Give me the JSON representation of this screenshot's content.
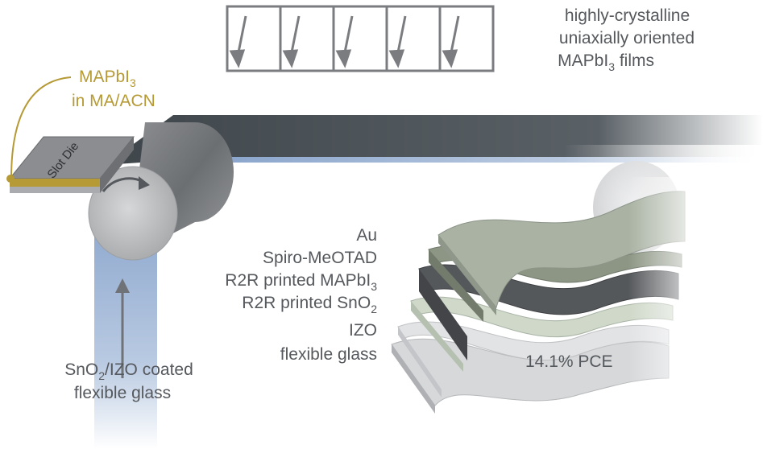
{
  "film_caption": {
    "line1": "highly-crystalline",
    "line2": "uniaxially oriented",
    "line3_main": "MAPbI",
    "line3_sub": "3",
    "line3_tail": " films"
  },
  "ink_label": {
    "line1_main": "MAPbI",
    "line1_sub": "3",
    "line2": "in MA/ACN"
  },
  "slot_die_label": "Slot Die",
  "substrate_label": {
    "line1_pre": "SnO",
    "line1_sub": "2",
    "line1_post": "/IZO coated",
    "line2": "flexible glass"
  },
  "layers": {
    "au": "Au",
    "spiro": "Spiro-MeOTAD",
    "perovskite_main": "R2R printed MAPbI",
    "perovskite_sub": "3",
    "sno2_main": "R2R printed SnO",
    "sno2_sub": "2",
    "izo": "IZO",
    "glass": "flexible glass"
  },
  "pce_label": "14.1% PCE",
  "colors": {
    "accent_gold": "#b69a36",
    "web_dark": "#4b5257",
    "web_blue": "#7f9cc4",
    "roller_gray": "#bfc0c2",
    "text_gray": "#55585c"
  }
}
